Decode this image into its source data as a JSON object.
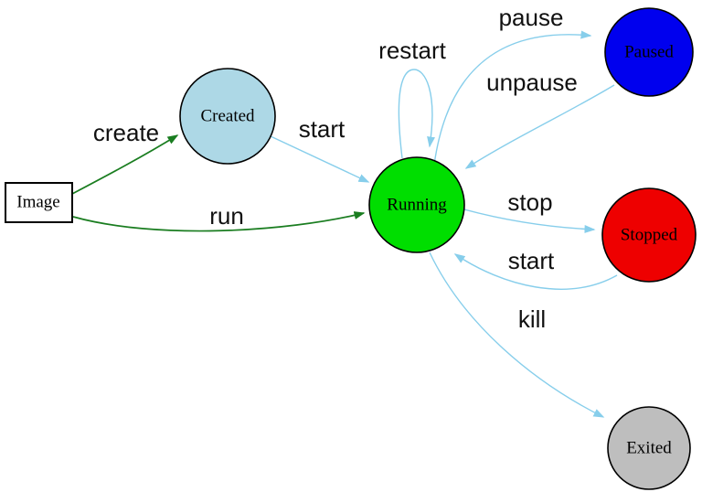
{
  "diagram": {
    "type": "state-diagram",
    "palette": {
      "edge_blue": "#87ceeb",
      "edge_green": "#1a7d20",
      "node_border": "#000000",
      "image_box_border": "#2222cc",
      "label_color": "#111111"
    },
    "nodes": [
      {
        "id": "image",
        "label": "Image",
        "shape": "box",
        "fill": "#ffffff",
        "border": "#2222cc"
      },
      {
        "id": "created",
        "label": "Created",
        "shape": "circle",
        "fill": "#add8e6",
        "border": "#000000"
      },
      {
        "id": "running",
        "label": "Running",
        "shape": "circle",
        "fill": "#00de00",
        "border": "#000000"
      },
      {
        "id": "paused",
        "label": "Paused",
        "shape": "circle",
        "fill": "#0000ee",
        "border": "#000000"
      },
      {
        "id": "stopped",
        "label": "Stopped",
        "shape": "circle",
        "fill": "#ee0000",
        "border": "#000000"
      },
      {
        "id": "exited",
        "label": "Exited",
        "shape": "circle",
        "fill": "#bebebe",
        "border": "#000000"
      }
    ],
    "edges": [
      {
        "label": "create",
        "from": "image",
        "to": "created",
        "color_key": "edge_green"
      },
      {
        "label": "run",
        "from": "image",
        "to": "running",
        "color_key": "edge_green"
      },
      {
        "label": "start",
        "from": "created",
        "to": "running",
        "color_key": "edge_blue"
      },
      {
        "label": "restart",
        "from": "running",
        "to": "running",
        "color_key": "edge_blue"
      },
      {
        "label": "pause",
        "from": "running",
        "to": "paused",
        "color_key": "edge_blue"
      },
      {
        "label": "unpause",
        "from": "paused",
        "to": "running",
        "color_key": "edge_blue"
      },
      {
        "label": "stop",
        "from": "running",
        "to": "stopped",
        "color_key": "edge_blue"
      },
      {
        "label": "start",
        "from": "stopped",
        "to": "running",
        "color_key": "edge_blue"
      },
      {
        "label": "kill",
        "from": "running",
        "to": "exited",
        "color_key": "edge_blue"
      }
    ]
  }
}
